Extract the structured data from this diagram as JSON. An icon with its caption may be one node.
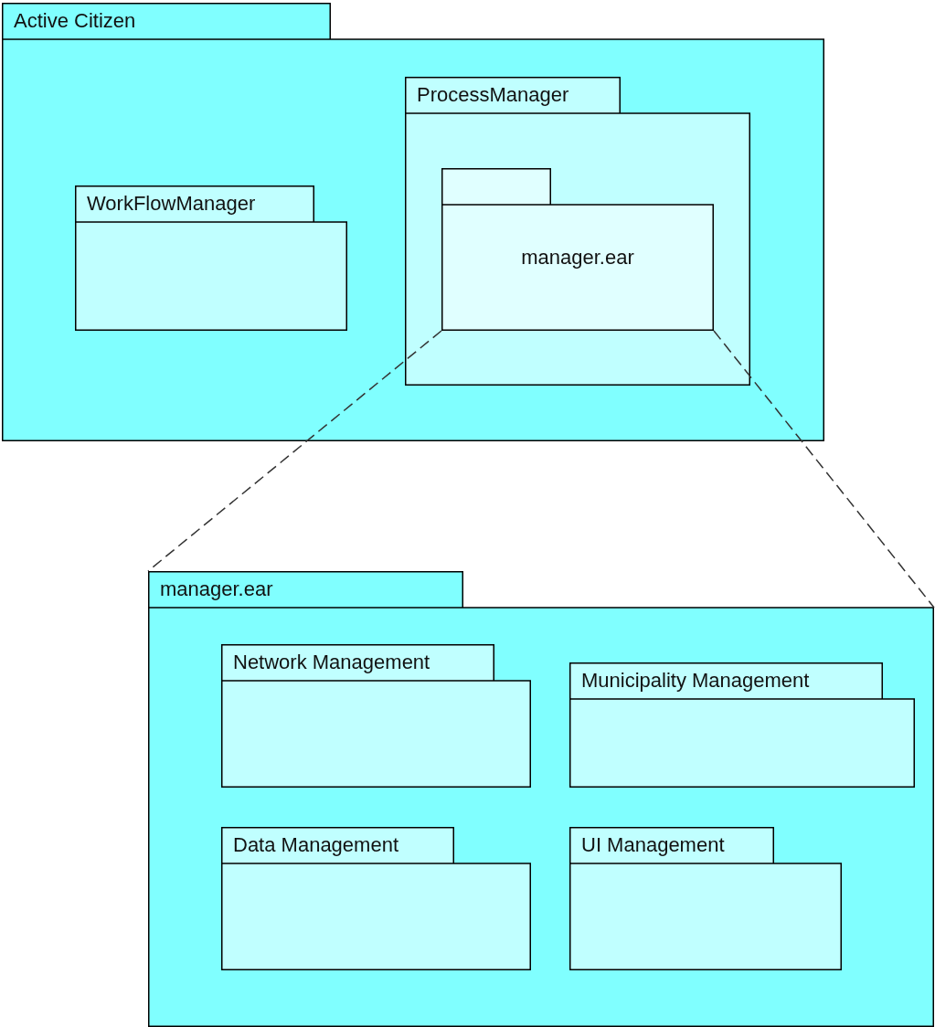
{
  "diagram": {
    "nodes": [
      {
        "text": [
          "Active Citizen"
        ]
      },
      {
        "text": [
          "WorkFlowManager"
        ],
        "in": 0
      },
      {
        "text": [
          "ProcessManager"
        ],
        "in": 0
      },
      {
        "text": [
          "manager.ear"
        ],
        "in": 2
      },
      {
        "text": [
          "manager.ear"
        ]
      },
      {
        "text": [
          "Network Management"
        ],
        "in": 4
      },
      {
        "text": [
          "Municipality Management"
        ],
        "in": 4
      },
      {
        "text": [
          "Data Management"
        ],
        "in": 4
      },
      {
        "text": [
          "UI Management"
        ],
        "in": 4
      }
    ],
    "edges": [
      {
        "from": 3,
        "to": 4,
        "arrow": "none",
        "style": "dashed"
      },
      {
        "from": 3,
        "to": 4,
        "arrow": "none",
        "style": "dashed"
      }
    ]
  }
}
